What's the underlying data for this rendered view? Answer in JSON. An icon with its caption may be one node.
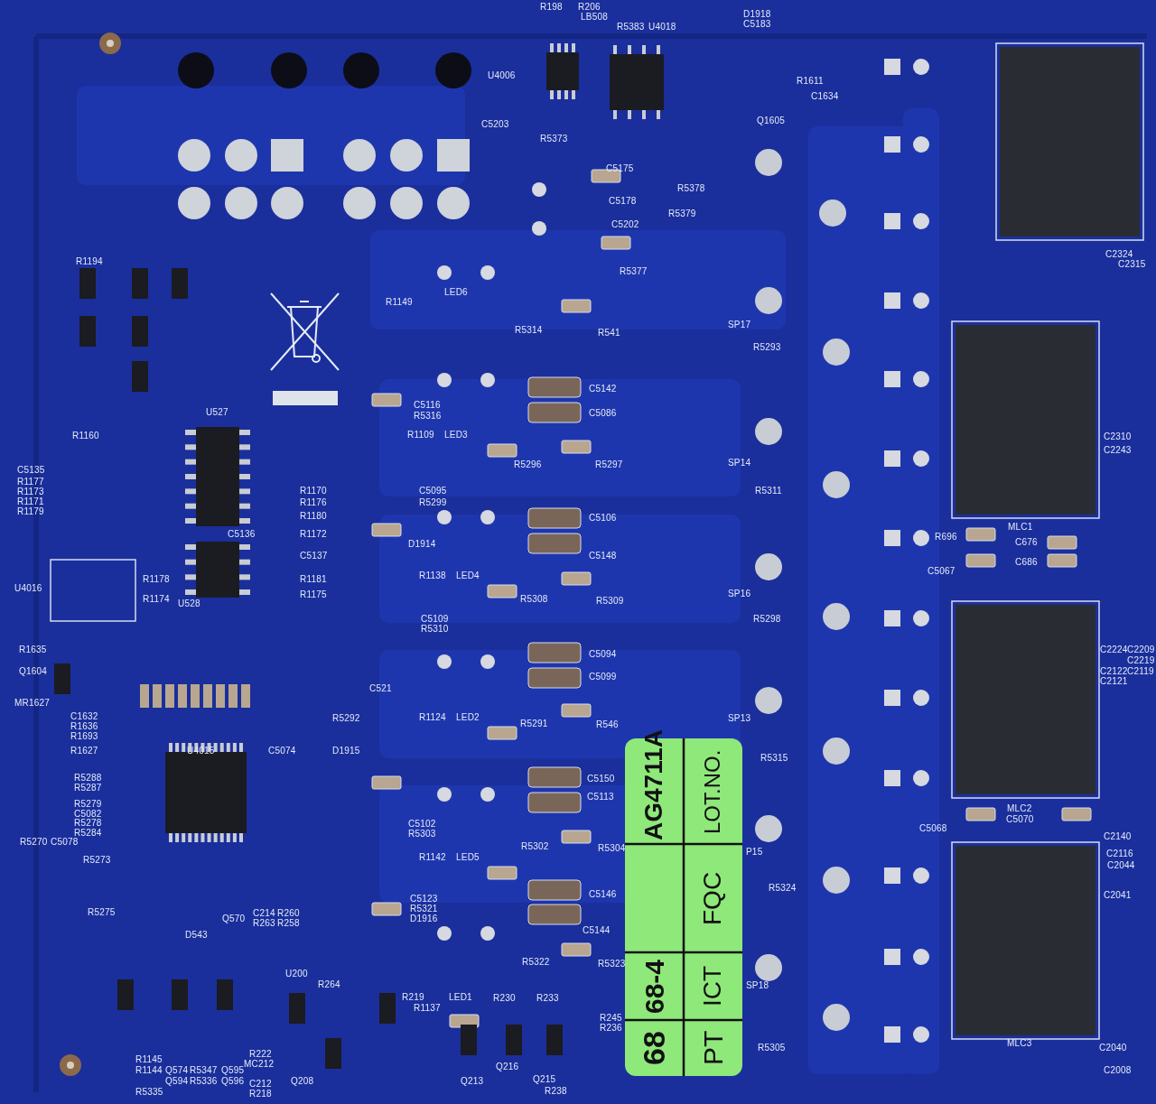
{
  "diagram": {
    "nodes": [
      {
        "text": [
          "68",
          "68-4",
          "AG4711A",
          "PT",
          "ICT",
          "FQC",
          "LOT.NO."
        ]
      }
    ],
    "labels": [
      "R198",
      "R206",
      "LB508",
      "R5383",
      "U4018",
      "D1918",
      "C5183",
      "U4006",
      "C5203",
      "R5373",
      "R1611",
      "C1634",
      "Q1605",
      "R5378",
      "C5175",
      "C5178",
      "C5202",
      "R5379",
      "R5377",
      "SP17",
      "R541",
      "R5293",
      "R5314",
      "R1194",
      "R1149",
      "LED6",
      "U527",
      "C5116",
      "R5316",
      "R1109",
      "LED3",
      "C5142",
      "C5086",
      "R5296",
      "R5297",
      "SP14",
      "R1170",
      "C5095",
      "R5311",
      "R1176",
      "R5299",
      "R1180",
      "C5106",
      "C5136",
      "R1172",
      "D1914",
      "C5137",
      "C5148",
      "R1178",
      "R1174",
      "U528",
      "U4016",
      "R1181",
      "R1175",
      "R1138",
      "LED4",
      "R5308",
      "R5309",
      "SP16",
      "C5109",
      "R5298",
      "R5310",
      "C5094",
      "C5099",
      "R1635",
      "Q1604",
      "MR1627",
      "MLC1",
      "R696",
      "C676",
      "C686",
      "C5067",
      "C521",
      "R5292",
      "R1124",
      "LED2",
      "R5291",
      "R546",
      "SP13",
      "R1627",
      "U4015",
      "C5074",
      "D1915",
      "R5315",
      "C5150",
      "C5113",
      "R5288",
      "R5287",
      "R5279",
      "C5082",
      "R5278",
      "R5284",
      "C5102",
      "R5303",
      "R5302",
      "R5304",
      "P15",
      "MLC2",
      "C5070",
      "C5068",
      "R1142",
      "LED5",
      "C5146",
      "C5144",
      "R5324",
      "C5123",
      "R5321",
      "D1916",
      "R5322",
      "R5323",
      "SP18",
      "Q570",
      "D543",
      "U200",
      "R219",
      "R1137",
      "LED1",
      "R230",
      "R233",
      "R245",
      "R236",
      "Q216",
      "Q208",
      "Q213",
      "Q215",
      "R238",
      "R222",
      "MC212",
      "C212",
      "R218",
      "R5305",
      "MLC3",
      "C2040",
      "C2008",
      "C2041",
      "C2044",
      "C2116",
      "C2140",
      "C2224",
      "C2209",
      "C2219",
      "C2122",
      "C2119",
      "C2121",
      "C2243",
      "C2310",
      "C2324",
      "C2315",
      "R5335",
      "R1145",
      "R1144",
      "Q574",
      "R5347",
      "Q595",
      "Q594",
      "R5336",
      "Q596",
      "C214",
      "R260",
      "R263",
      "R258",
      "R264",
      "R5273",
      "R5270",
      "C5078",
      "R5275",
      "R1160",
      "C5135",
      "R1177",
      "R1173",
      "R1171",
      "R1179",
      "C1632",
      "R1636",
      "R1693"
    ]
  }
}
